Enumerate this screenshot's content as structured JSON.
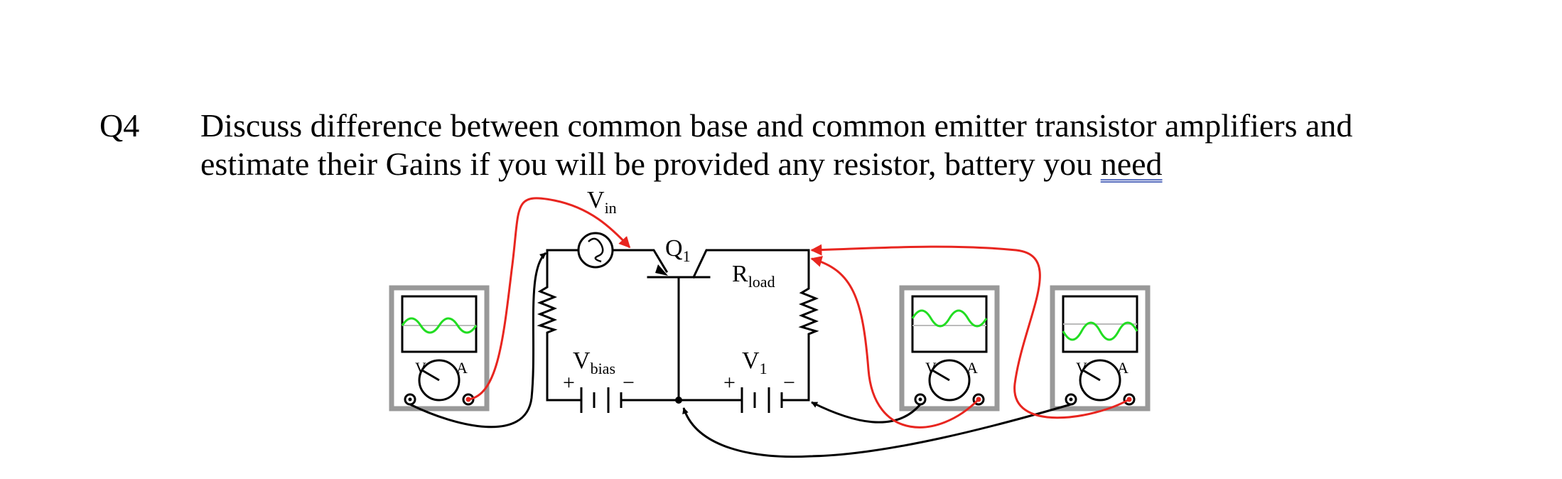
{
  "question": {
    "number": "Q4",
    "line1": "Discuss difference between common base and common emitter transistor amplifiers and",
    "line2_prefix": "estimate their Gains if you will be provided any resistor, battery you ",
    "line2_underlined": "need"
  },
  "circuit": {
    "vin_main": "V",
    "vin_sub": "in",
    "q1_main": "Q",
    "q1_sub": "1",
    "rload_main": "R",
    "rload_sub": "load",
    "vbias_main": "V",
    "vbias_sub": "bias",
    "v1_main": "V",
    "v1_sub": "1",
    "plus_sign": "+",
    "minus_sign": "−",
    "meter_left_label": "V",
    "meter_right_label": "A"
  },
  "colors": {
    "probe_red": "#e8251f",
    "trace_green": "#22dd22",
    "meter_frame": "#999999",
    "wire": "#000000"
  }
}
